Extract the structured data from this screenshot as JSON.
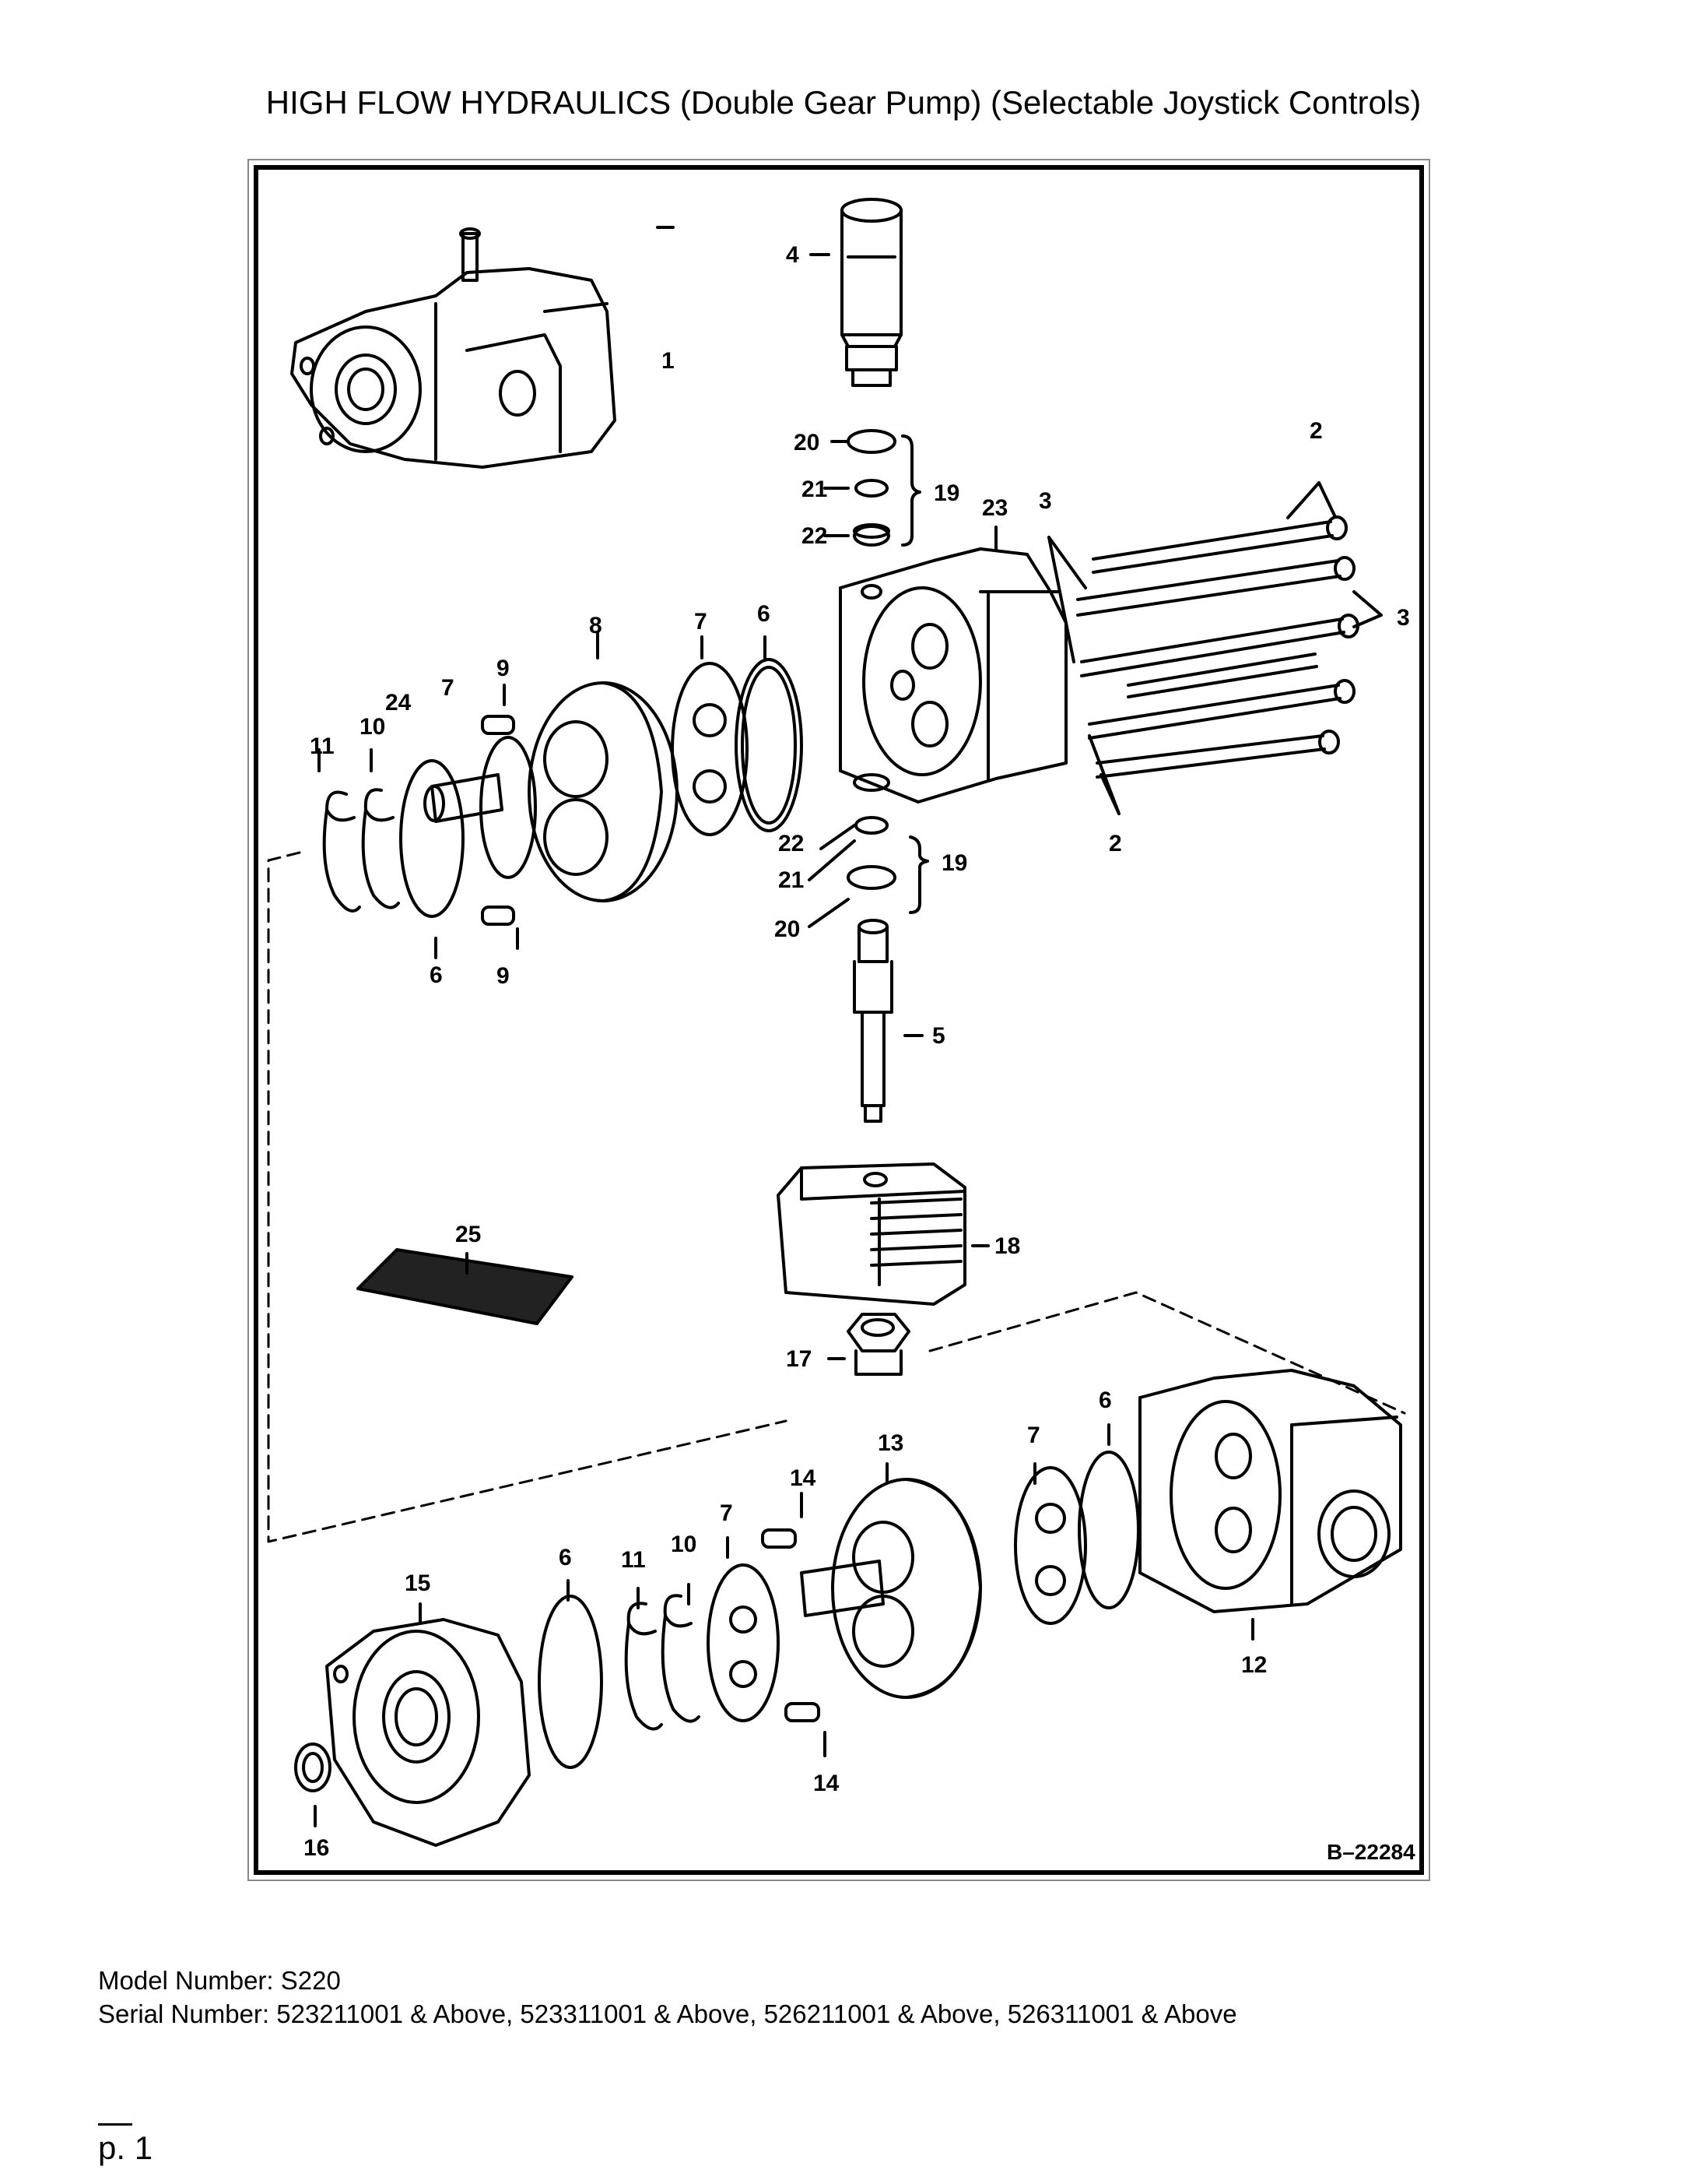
{
  "page": {
    "title": "HIGH FLOW HYDRAULICS (Double Gear Pump) (Selectable Joystick Controls)",
    "model_line": "Model Number: S220",
    "serial_line": "Serial Number: 523211001 & Above, 523311001 & Above, 526211001 & Above, 526311001 & Above",
    "page_number": "p. 1"
  },
  "diagram": {
    "figure_ref": "B–22284",
    "callouts": {
      "c1": "1",
      "c2a": "2",
      "c2b": "2",
      "c3a": "3",
      "c3b": "3",
      "c4": "4",
      "c5": "5",
      "c6a": "6",
      "c6b": "6",
      "c6c": "6",
      "c6d": "6",
      "c7a": "7",
      "c7b": "7",
      "c7c": "7",
      "c7d": "7",
      "c8": "8",
      "c9a": "9",
      "c9b": "9",
      "c10a": "10",
      "c10b": "10",
      "c11a": "11",
      "c11b": "11",
      "c12": "12",
      "c13": "13",
      "c14a": "14",
      "c14b": "14",
      "c15": "15",
      "c16": "16",
      "c17": "17",
      "c18": "18",
      "c19a": "19",
      "c19b": "19",
      "c20a": "20",
      "c20b": "20",
      "c21a": "21",
      "c21b": "21",
      "c22a": "22",
      "c22b": "22",
      "c23": "23",
      "c24": "24",
      "c25": "25"
    }
  }
}
